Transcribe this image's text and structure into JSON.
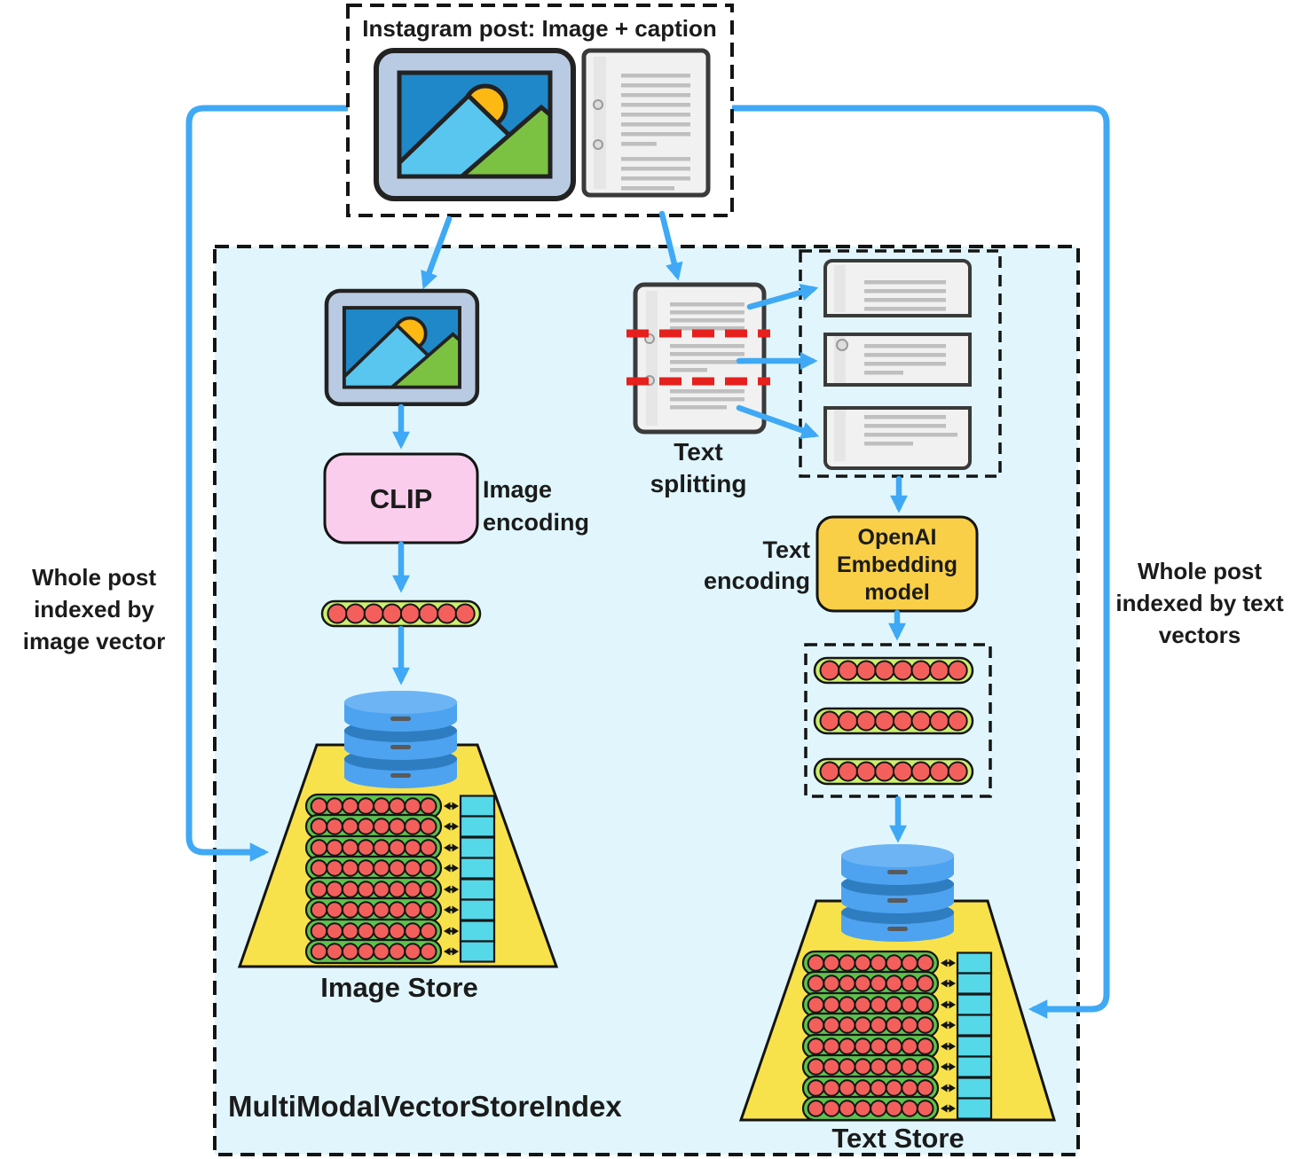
{
  "title": "Instagram post: Image + caption",
  "container": {
    "label": "MultiModalVectorStoreIndex"
  },
  "notes": {
    "left": [
      "Whole post",
      "indexed by",
      "image vector"
    ],
    "right": [
      "Whole post",
      "indexed by text",
      "vectors"
    ]
  },
  "image_branch": {
    "model": "CLIP",
    "encoding": [
      "Image",
      "encoding"
    ],
    "store": "Image Store"
  },
  "text_branch": {
    "splitting": [
      "Text",
      "splitting"
    ],
    "model": [
      "OpenAI",
      "Embedding",
      "model"
    ],
    "encoding": [
      "Text",
      "encoding"
    ],
    "store": "Text Store"
  },
  "colors": {
    "accent_blue": "#3fa9f5",
    "container_cyan": "#e0f6fc",
    "clip_pink": "#fbcdec",
    "openai_yellow": "#f8cf47",
    "store_yellow": "#f8e24b",
    "pill_light_green": "#cdef6d",
    "pill_green": "#5fc14d",
    "dot_red": "#f3605c",
    "id_cyan": "#55d8e8",
    "db_blue": "#4da3f0",
    "db_blue_dark": "#2e7dc0",
    "db_blue_light": "#6db4f5",
    "red_dash": "#e5201d",
    "paper_gray": "#f1f1f1",
    "line_gray": "#bfbfbf",
    "frame_blue_gray": "#b9cbe2",
    "photo_blue": "#1f88c8",
    "sun_yellow": "#fcb813",
    "mountain_blue": "#58c6ee",
    "mountain_green": "#7cc242"
  }
}
